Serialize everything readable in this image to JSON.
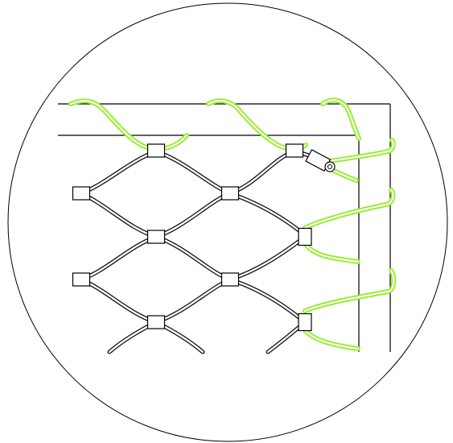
{
  "diagram": {
    "description_visible_text": [],
    "colors": {
      "background": "#ffffff",
      "outline": "#000000",
      "green_cable": "#99ee33",
      "cable_inner": "#ffffff",
      "mesh_cable": "#111111"
    },
    "components": {
      "circular_detail_frame": "detail-circle",
      "frame_lines": "frame",
      "mesh_cables": "stainless-cable-mesh",
      "ferrules": "crimp-ferrules",
      "edge_cable_loops": "green-edge-cable",
      "corner_turnbuckle": "turnbuckle"
    },
    "ferrule_count": 10,
    "mesh_rows_visible": 3
  }
}
